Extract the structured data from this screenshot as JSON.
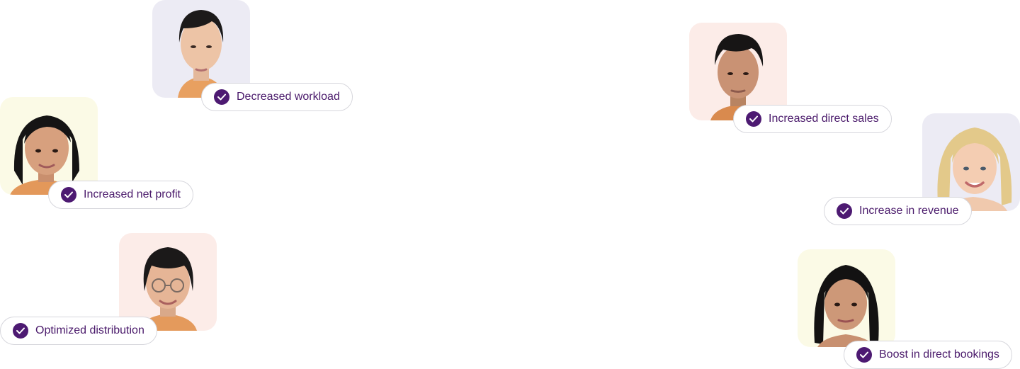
{
  "accent_color": "#4d1a72",
  "text_color": "#4a1a6b",
  "cards": [
    {
      "id": "decreased-workload",
      "label": "Decreased workload",
      "icon": "check-circle-icon",
      "bg": "lavender"
    },
    {
      "id": "increased-net-profit",
      "label": "Increased net profit",
      "icon": "check-circle-icon",
      "bg": "cream"
    },
    {
      "id": "optimized-distribution",
      "label": "Optimized distribution",
      "icon": "check-circle-icon",
      "bg": "peach"
    },
    {
      "id": "increased-direct-sales",
      "label": "Increased direct sales",
      "icon": "check-circle-icon",
      "bg": "peach"
    },
    {
      "id": "increase-in-revenue",
      "label": "Increase in revenue",
      "icon": "check-circle-icon",
      "bg": "lavender"
    },
    {
      "id": "boost-in-direct-bookings",
      "label": "Boost in direct bookings",
      "icon": "check-circle-icon",
      "bg": "cream"
    }
  ]
}
